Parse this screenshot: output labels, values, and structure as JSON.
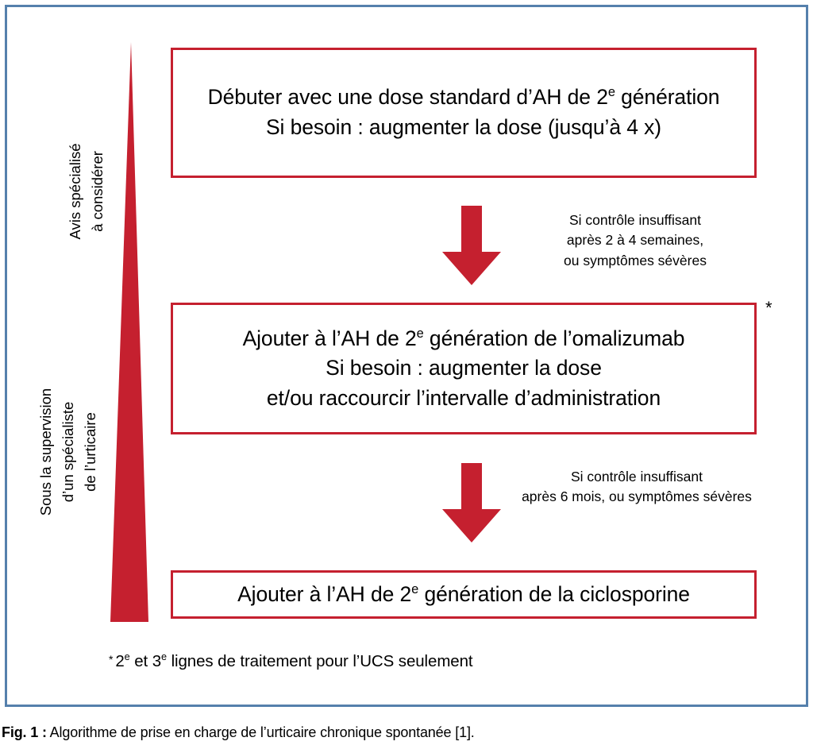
{
  "figure": {
    "caption_label": "Fig. 1 :",
    "caption_text": "Algorithme de prise en charge de l’urticaire chronique spontanée [1].",
    "frame_color": "#5580AC",
    "accent_color": "#C5202F"
  },
  "diagram": {
    "type": "flowchart",
    "title": "Algorithme de prise en charge de l’urticaire chronique spontanée",
    "wedge": {
      "name": "escalation-wedge",
      "color": "#C5202F",
      "orientation": "apex-top"
    },
    "side_labels": [
      {
        "id": "avis-specialise",
        "text": "Avis spécialisé\nà considérer",
        "rotation": "-90deg"
      },
      {
        "id": "supervision-specialiste",
        "text": "Sous la supervision\nd’un spécialiste\nde l’urticaire",
        "rotation": "-90deg"
      }
    ],
    "steps": [
      {
        "id": "step-1",
        "order": 1,
        "lines": [
          "Débuter avec une dose standard d’AH de 2e génération",
          "Si besoin : augmenter la dose (jusqu’à 4 x)"
        ],
        "has_footnote_marker": false
      },
      {
        "id": "step-2",
        "order": 2,
        "lines": [
          "Ajouter à l’AH de 2e génération de l’omalizumab",
          "Si besoin : augmenter la dose",
          "et/ou raccourcir l’intervalle d’administration"
        ],
        "has_footnote_marker": true,
        "footnote_marker": "*"
      },
      {
        "id": "step-3",
        "order": 3,
        "lines": [
          "Ajouter à l’AH de 2e génération de la ciclosporine"
        ],
        "has_footnote_marker": false
      }
    ],
    "transitions": [
      {
        "id": "transition-1",
        "from": "step-1",
        "to": "step-2",
        "arrow_name": "down-arrow-1",
        "note": "Si contrôle insuffisant\naprès 2 à 4 semaines,\nou symptômes sévères"
      },
      {
        "id": "transition-2",
        "from": "step-2",
        "to": "step-3",
        "arrow_name": "down-arrow-2",
        "note": "Si contrôle insuffisant\naprès 6 mois, ou symptômes sévères"
      }
    ],
    "footnote": {
      "marker": "*",
      "text": "2e et 3e lignes de traitement pour l’UCS seulement"
    }
  }
}
